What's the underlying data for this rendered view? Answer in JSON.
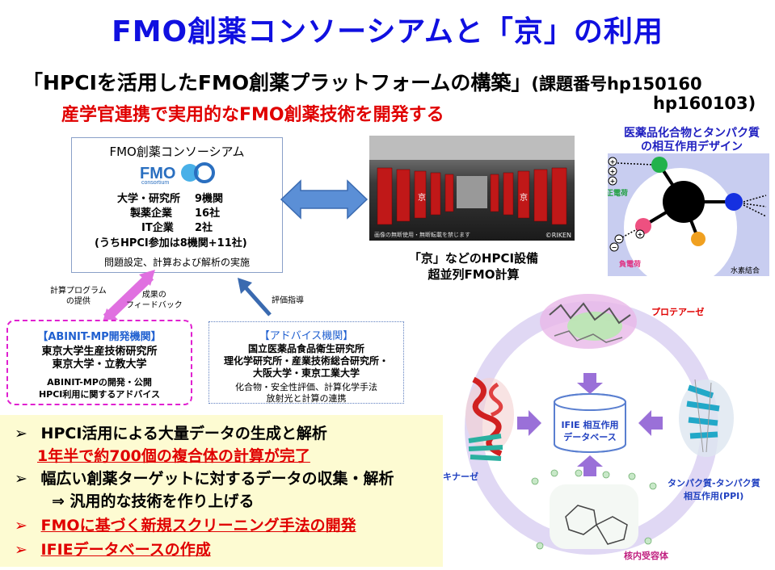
{
  "header": {
    "title": "FMO創薬コンソーシアムと「京」の利用",
    "subtitle_main": "「HPCIを活用したFMO創薬プラットフォームの構築」",
    "subtitle_project": "(課題番号hp150160",
    "subtitle_project2": "hp160103)",
    "tagline": "産学官連携で実用的なFMO創薬技術を開発する"
  },
  "consortium": {
    "title": "FMO創薬コンソーシアム",
    "logo_text": "FMO",
    "logo_sub": "consortium",
    "rows": [
      {
        "label": "大学・研究所",
        "value": "9機関"
      },
      {
        "label": "製薬企業",
        "value": "16社"
      },
      {
        "label": "IT企業",
        "value": "2社"
      }
    ],
    "hpci_note": "(うちHPCI参加は8機関+11社)",
    "footer": "問題設定、計算および解析の実施"
  },
  "photo": {
    "caption_small": "画像の無断使用・無断転載を禁じます",
    "credit": "©RIKEN",
    "label_line1": "「京」などのHPCI設備",
    "label_line2": "超並列FMO計算"
  },
  "interaction": {
    "title_line1": "医薬品化合物とタンパク質",
    "title_line2": "の相互作用デザイン",
    "label_positive": "正電荷",
    "label_negative": "負電荷",
    "label_hbond": "水素結合"
  },
  "flow_labels": {
    "provide_program_1": "計算プログラム",
    "provide_program_2": "の提供",
    "feedback_1": "成果の",
    "feedback_2": "フィードバック",
    "evaluation": "評価指導"
  },
  "abinit": {
    "heading": "【ABINIT-MP開発機関】",
    "line1": "東京大学生産技術研究所",
    "line2": "東京大学・立教大学",
    "line3": "ABINIT-MPの開発・公開",
    "line4": "HPCI利用に関するアドバイス"
  },
  "advice": {
    "heading": "【アドバイス機関】",
    "line1": "国立医薬品食品衛生研究所",
    "line2": "理化学研究所・産業技術総合研究所・",
    "line3": "大阪大学・東京工業大学",
    "line4": "化合物・安全性評価、計算化学手法",
    "line5": "放射光と計算の連携"
  },
  "bullets": {
    "b1": "HPCI活用による大量データの生成と解析",
    "b1_sub": "1年半で約700個の複合体の計算が完了",
    "b2": "幅広い創薬ターゲットに対するデータの収集・解析",
    "b2_sub": "⇒ 汎用的な技術を作り上げる",
    "b3": "FMOに基づく新規スクリーニング手法の開発",
    "b4": "IFIEデータベースの作成",
    "marker": "➢"
  },
  "cycle": {
    "protease": "プロテアーゼ",
    "kinase": "キナーゼ",
    "ppi_1": "タンパク質-タンパク質",
    "ppi_2": "相互作用(PPI)",
    "nuclear": "核内受容体",
    "db_1": "IFIE 相互作用",
    "db_2": "データベース"
  },
  "colors": {
    "title": "#1010e0",
    "accent_red": "#e00000",
    "label_blue": "#2060d0",
    "magenta": "#e020d0",
    "panel_yellow": "#fdfbd2"
  }
}
